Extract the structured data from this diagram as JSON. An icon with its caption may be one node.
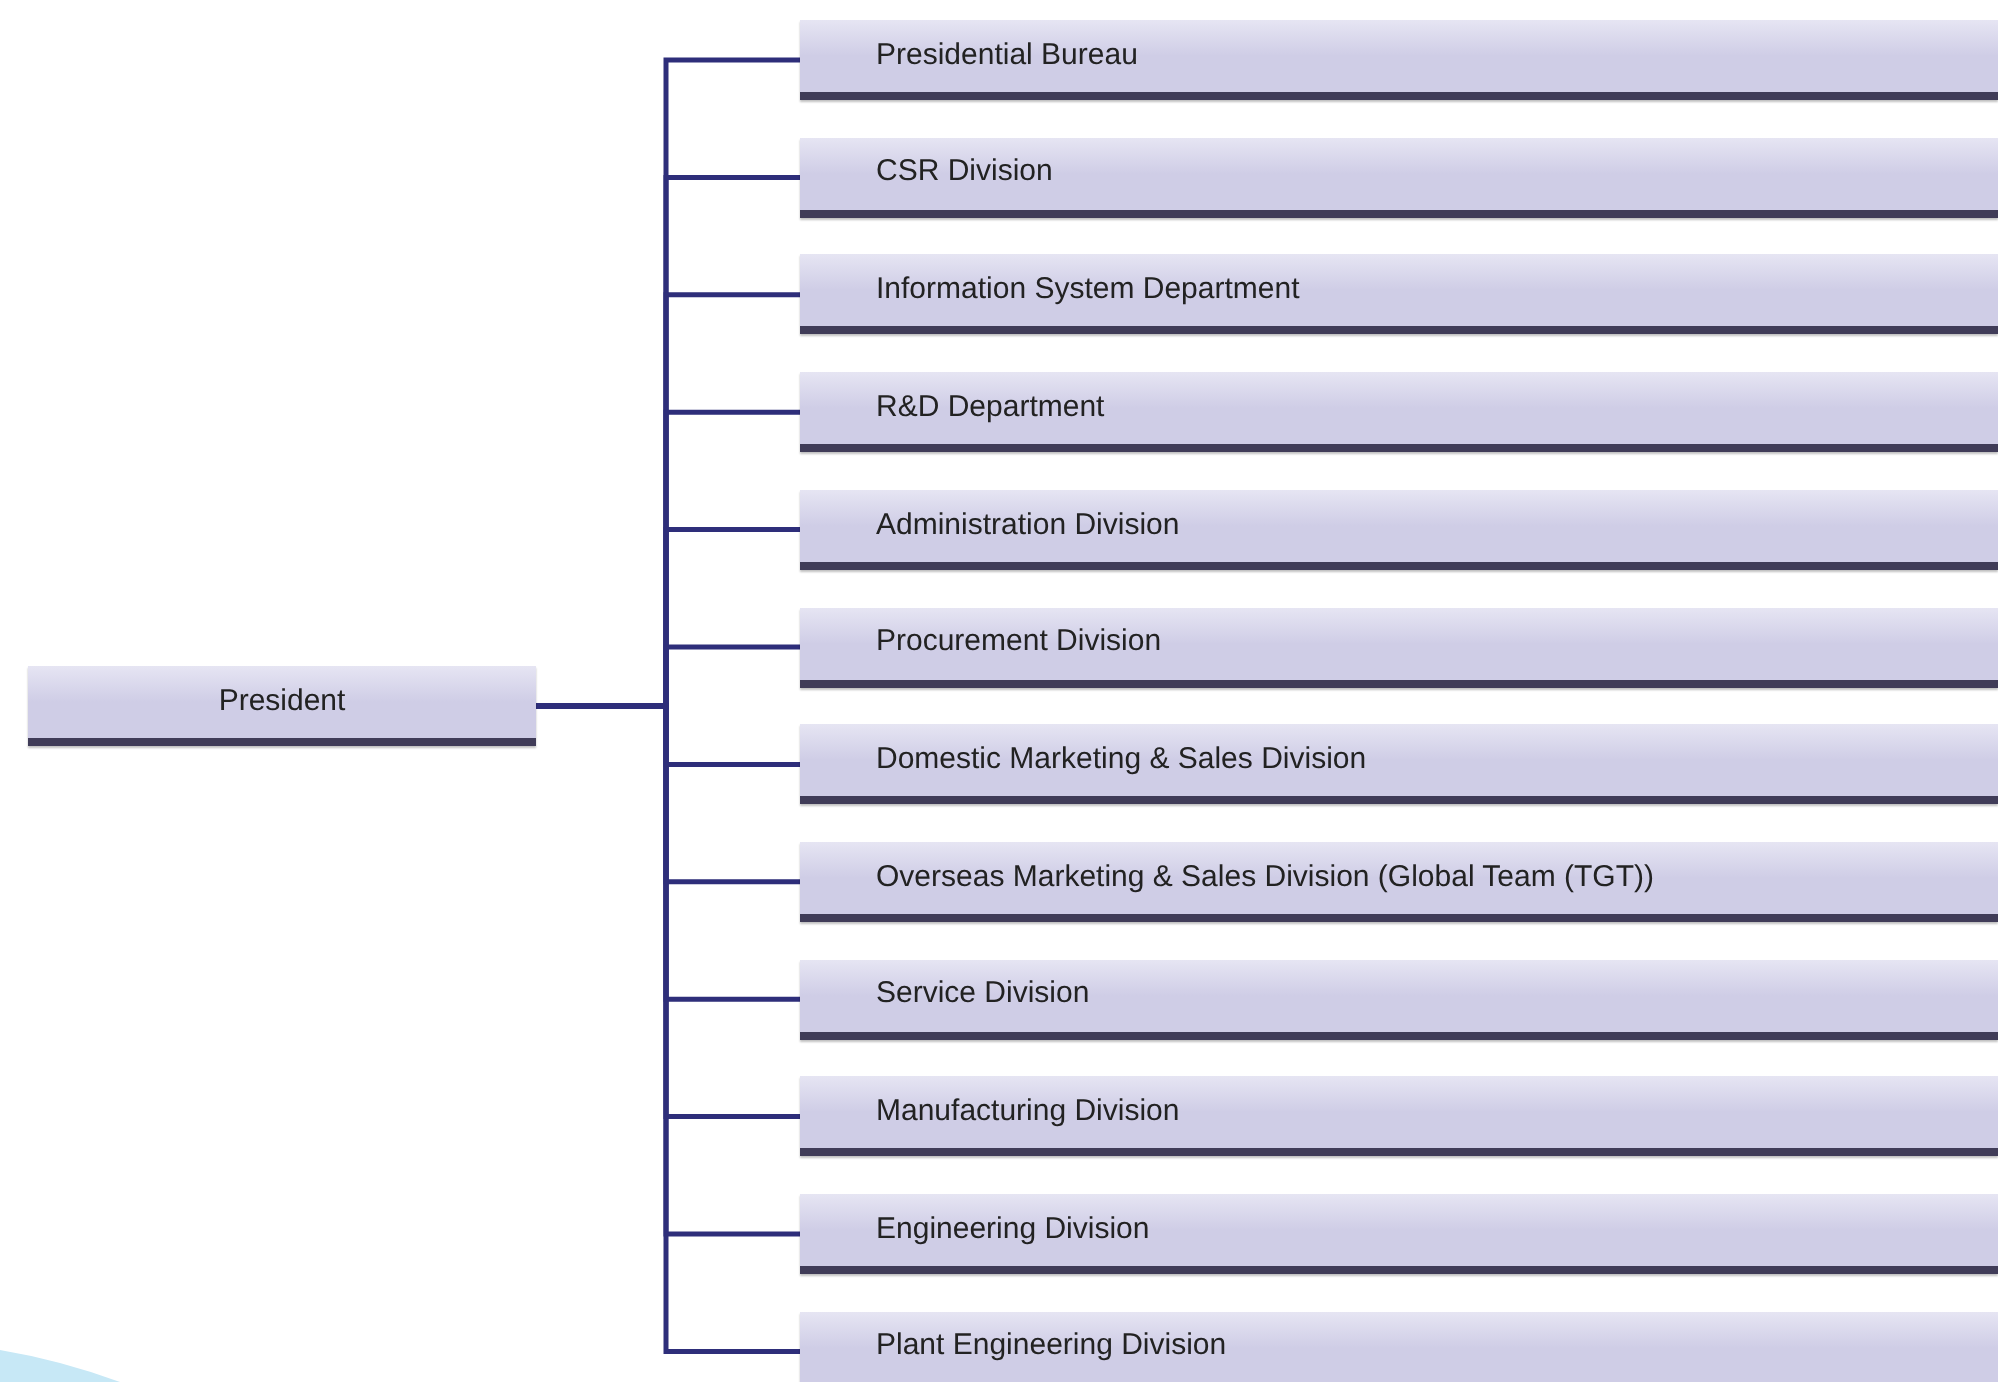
{
  "diagram": {
    "nodes": [
      {
        "text": [
          "President"
        ]
      },
      {
        "text": [
          "Presidential Bureau"
        ]
      },
      {
        "text": [
          "CSR Division"
        ]
      },
      {
        "text": [
          "Information System Department"
        ]
      },
      {
        "text": [
          "R&D Department"
        ]
      },
      {
        "text": [
          "Administration Division"
        ]
      },
      {
        "text": [
          "Procurement Division"
        ]
      },
      {
        "text": [
          "Domestic Marketing & Sales Division"
        ]
      },
      {
        "text": [
          "Overseas Marketing & Sales Division (Global Team (TGT))"
        ]
      },
      {
        "text": [
          "Service Division"
        ]
      },
      {
        "text": [
          "Manufacturing Division"
        ]
      },
      {
        "text": [
          "Engineering Division"
        ]
      },
      {
        "text": [
          "Plant Engineering Division"
        ]
      }
    ],
    "edges": [
      {
        "from": 0,
        "to": 1,
        "arrow": "none"
      },
      {
        "from": 0,
        "to": 2,
        "arrow": "none"
      },
      {
        "from": 0,
        "to": 3,
        "arrow": "none"
      },
      {
        "from": 0,
        "to": 4,
        "arrow": "none"
      },
      {
        "from": 0,
        "to": 5,
        "arrow": "none"
      },
      {
        "from": 0,
        "to": 6,
        "arrow": "none"
      },
      {
        "from": 0,
        "to": 7,
        "arrow": "none"
      },
      {
        "from": 0,
        "to": 8,
        "arrow": "none"
      },
      {
        "from": 0,
        "to": 9,
        "arrow": "none"
      },
      {
        "from": 0,
        "to": 10,
        "arrow": "none"
      },
      {
        "from": 0,
        "to": 11,
        "arrow": "none"
      },
      {
        "from": 0,
        "to": 12,
        "arrow": "none"
      }
    ]
  }
}
